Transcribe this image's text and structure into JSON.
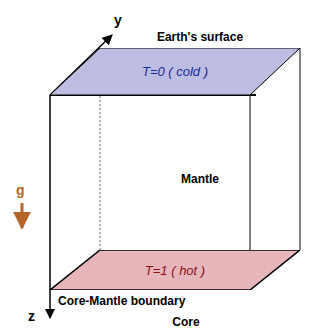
{
  "diagram": {
    "nodes": [
      {
        "text": [
          "T=0 ( cold )"
        ]
      },
      {
        "text": [
          "T=1 ( hot )"
        ]
      }
    ],
    "labels": [
      "y",
      "Earth's surface",
      "Mantle",
      "g",
      "Core-Mantle boundary",
      "z",
      "Core"
    ]
  }
}
